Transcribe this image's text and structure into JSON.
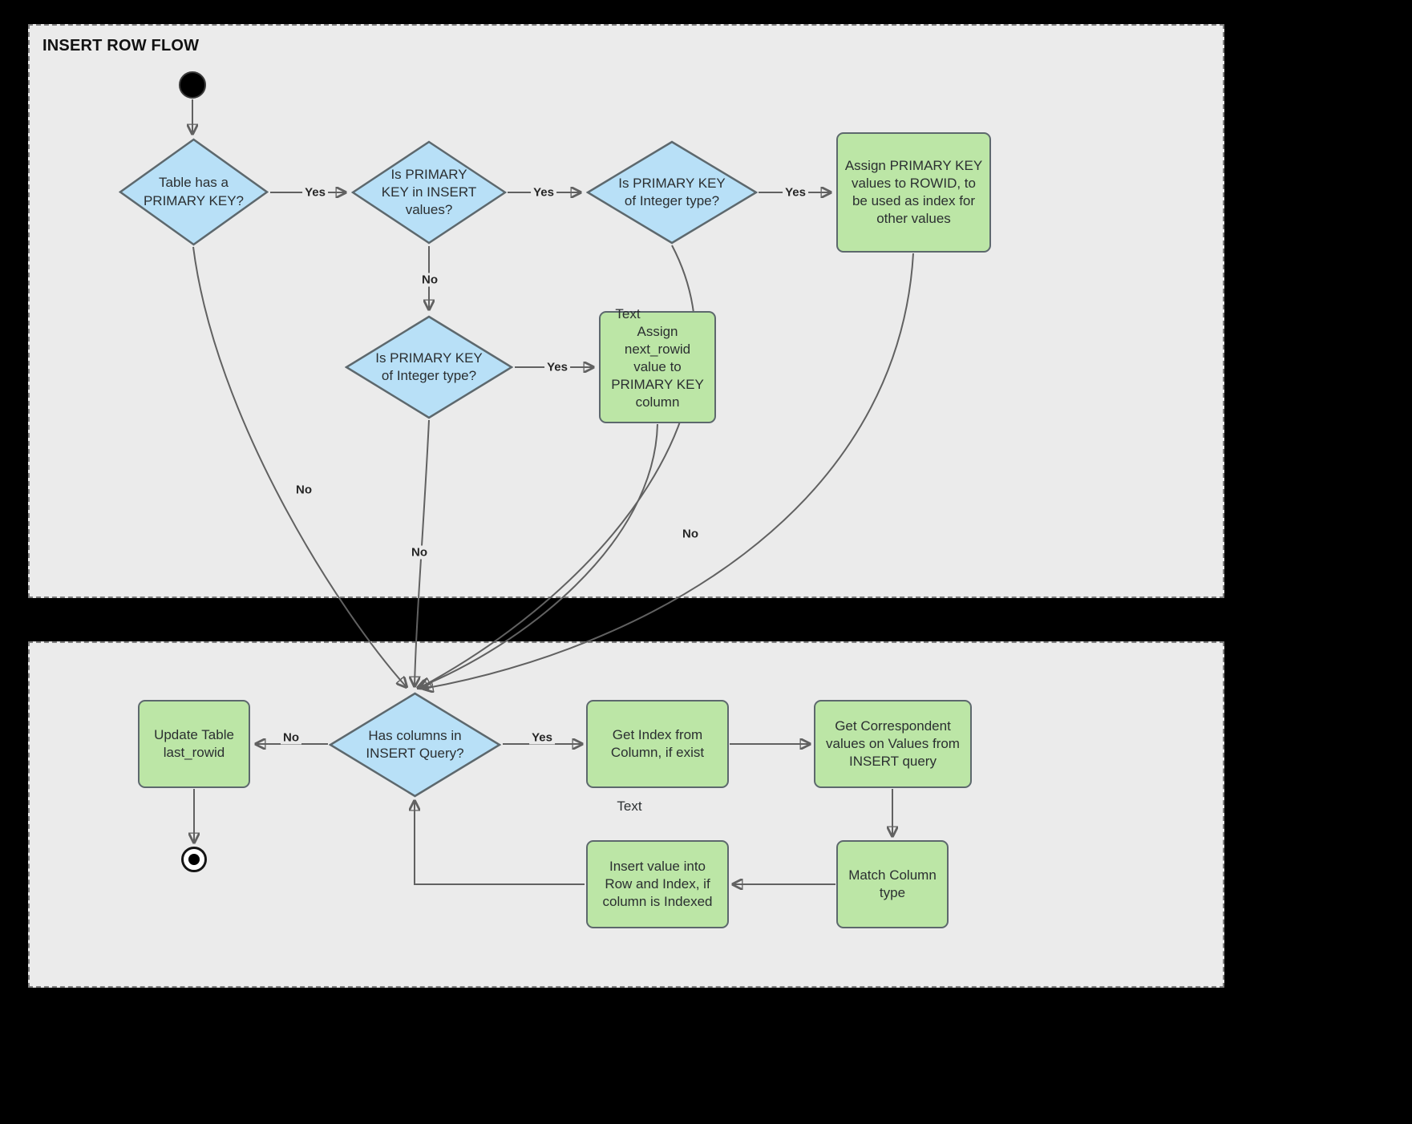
{
  "title": "INSERT ROW FLOW",
  "colors": {
    "page_background": "#000000",
    "panel_fill": "#ebebeb",
    "panel_border": "#7e7e7e",
    "decision_fill": "#b8e0f7",
    "process_fill": "#bce6a6",
    "shape_border": "#5d686d",
    "connector": "#616161",
    "text": "#2b2f31"
  },
  "nodes": {
    "start": {
      "type": "initial-node"
    },
    "table_has_pk": {
      "type": "decision",
      "label": "Table has a PRIMARY KEY?"
    },
    "pk_in_insert_values": {
      "type": "decision",
      "label": "Is PRIMARY KEY in INSERT values?"
    },
    "pk_integer_type_a": {
      "type": "decision",
      "label": "Is PRIMARY KEY of Integer type?"
    },
    "assign_pk_to_rowid": {
      "type": "process",
      "label": "Assign PRIMARY KEY values to ROWID, to be used as index for other values"
    },
    "pk_integer_type_b": {
      "type": "decision",
      "label": "Is PRIMARY KEY of Integer type?"
    },
    "assign_next_rowid": {
      "type": "process",
      "label": "Assign next_rowid value to PRIMARY KEY column"
    },
    "has_columns_in_insert": {
      "type": "decision",
      "label": "Has columns in INSERT Query?"
    },
    "update_table_last_rowid": {
      "type": "process",
      "label": "Update Table last_rowid"
    },
    "get_index_from_column": {
      "type": "process",
      "label": "Get Index from Column, if exist"
    },
    "get_correspondent_values": {
      "type": "process",
      "label": "Get Correspondent values on Values from INSERT query"
    },
    "match_column_type": {
      "type": "process",
      "label": "Match Column type"
    },
    "insert_value_into_row": {
      "type": "process",
      "label": "Insert value into Row and Index, if column is Indexed"
    },
    "end": {
      "type": "final-node"
    }
  },
  "edge_labels": {
    "table_has_pk_yes": "Yes",
    "table_has_pk_no": "No",
    "pk_in_insert_yes": "Yes",
    "pk_in_insert_no": "No",
    "pk_integer_a_yes": "Yes",
    "pk_integer_a_no": "No",
    "pk_integer_b_yes": "Yes",
    "pk_integer_b_no": "No",
    "has_columns_yes": "Yes",
    "has_columns_no": "No"
  },
  "stray_labels": {
    "text_near_assign_next_rowid": "Text",
    "text_below_get_index": "Text"
  }
}
